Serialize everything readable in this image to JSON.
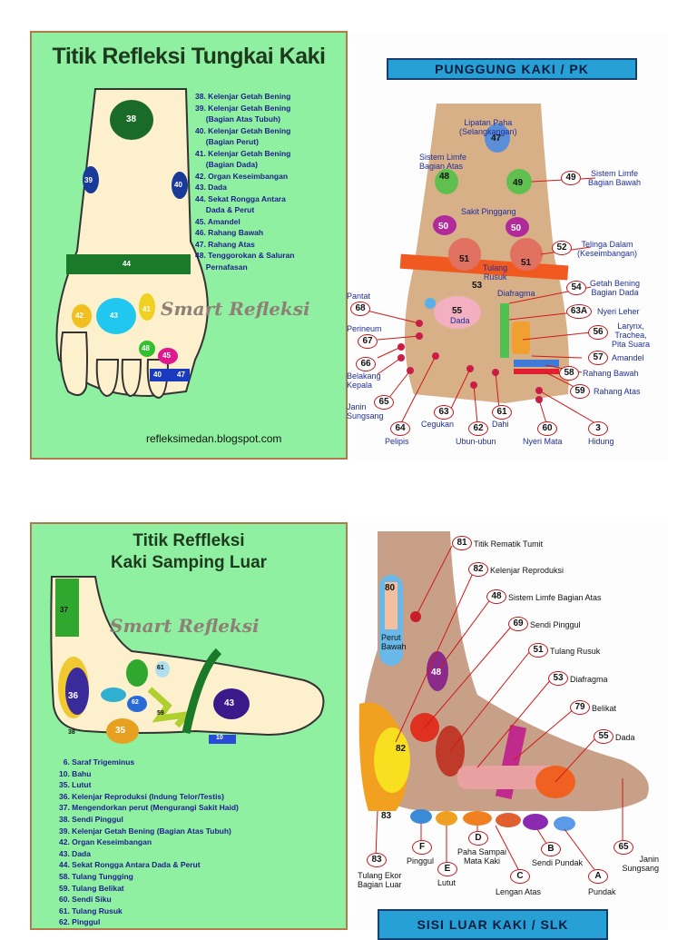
{
  "panel1": {
    "title": "Titik Refleksi Tungkai Kaki",
    "watermark": "Smart Refleksi",
    "blog": "refleksimedan.blogspot.com",
    "legend": [
      "38. Kelenjar Getah Bening",
      "39. Kelenjar Getah Bening",
      "     (Bagian Atas Tubuh)",
      "40. Kelenjar Getah Bening",
      "     (Bagian Perut)",
      "41. Kelenjar Getah Bening",
      "     (Bagian Dada)",
      "42. Organ Keseimbangan",
      "43. Dada",
      "44. Sekat Rongga Antara",
      "     Dada & Perut",
      "45. Amandel",
      "46. Rahang Bawah",
      "47. Rahang Atas",
      "48. Tenggorokan & Saluran",
      "     Pernafasan"
    ],
    "spot_labels": {
      "s38": "38",
      "s39": "39",
      "s40a": "40",
      "s44": "44",
      "s42": "42",
      "s43": "43",
      "s41": "41",
      "s48": "48",
      "s45": "45",
      "s40b": "40",
      "s47": "47"
    }
  },
  "panel2": {
    "banner": "PUNGGUNG KAKI / PK",
    "labels": {
      "l47": "Lipatan Paha\n(Selangkangan)",
      "n47": "47",
      "l48": "Sistem Limfe\nBagian Atas",
      "n48": "48",
      "n49": "49",
      "n49b": "49",
      "l49": "Sistem Limfe\nBagian Bawah",
      "l50": "Sakit Pinggang",
      "n50a": "50",
      "n50b": "50",
      "n51a": "51",
      "n51b": "51",
      "lrusuk": "Tulang\nRusuk",
      "n52": "52",
      "l52": "Telinga Dalam\n(Keseimbangan)",
      "n53": "53",
      "ldiafragma": "Diafragma",
      "n54": "54",
      "l54": "Getah Bening\nBagian Dada",
      "n55": "55",
      "l55": "Dada",
      "n63a": "63A",
      "l63a": "Nyeri Leher",
      "n56": "56",
      "l56": "Larynx,\nTrachea,\nPita Suara",
      "n57": "57",
      "l57": "Amandel",
      "n58": "58",
      "l58": "Rahang Bawah",
      "n59": "59",
      "l59": "Rahang Atas",
      "lpantat": "Pantat",
      "n68": "68",
      "lperineum": "Perineum",
      "n67": "67",
      "n66": "66",
      "l66": "Belakang\nKepala",
      "n65": "65",
      "l65": "Janin\nSungsang",
      "n64": "64",
      "l64": "Pelipis",
      "n63": "63",
      "l63": "Cegukan",
      "n62": "62",
      "l62": "Ubun-ubun",
      "n61": "61",
      "l61": "Dahi",
      "n60": "60",
      "l60": "Nyeri Mata",
      "n3": "3",
      "l3": "Hidung"
    }
  },
  "panel3": {
    "title_line1": "Titik Reffleksi",
    "title_line2": "Kaki Samping Luar",
    "watermark": "Smart Refleksi",
    "legend": [
      "  6. Saraf Trigeminus",
      "10. Bahu",
      "35. Lutut",
      "36. Kelenjar Reproduksi (Indung Telor/Testis)",
      "37. Mengendorkan perut (Mengurangi Sakit Haid)",
      "38. Sendi Pinggul",
      "39. Kelenjar Getah Bening (Bagian Atas Tubuh)",
      "42. Organ Keseimbangan",
      "43. Dada",
      "44. Sekat Rongga Antara Dada & Perut",
      "58. Tulang Tungging",
      "59. Tulang Belikat",
      "60. Sendi Siku",
      "61. Tulang Rusuk",
      "62. Pinggul"
    ],
    "spot_labels": {
      "s37": "37",
      "s36": "36",
      "s38": "38",
      "s61": "61",
      "s62": "62",
      "s59": "59",
      "s35": "35",
      "s43": "43",
      "s10": "10"
    }
  },
  "panel4": {
    "banner": "SISI LUAR KAKI / SLK",
    "labels": {
      "n80": "80",
      "lperut": "Perut\nBawah",
      "n81": "81",
      "l81": "Titik Rematik Tumit",
      "n82": "82",
      "l82": "Kelenjar Reproduksi",
      "n48": "48",
      "l48": "Sistem Limfe Bagian Atas",
      "n69": "69",
      "l69": "Sendi Pinggul",
      "n51": "51",
      "l51": "Tulang Rusuk",
      "n53": "53",
      "l53": "Diafragma",
      "n79": "79",
      "l79": "Belikat",
      "n55": "55",
      "l55": "Dada",
      "n65": "65",
      "l65": "Janin\nSungsang",
      "n83": "83",
      "l83": "Tulang Ekor\nBagian Luar",
      "nF": "F",
      "lF": "Pinggul",
      "nE": "E",
      "lE": "Lutut",
      "nD": "D",
      "lD": "Paha Sampai\nMata Kaki",
      "nC": "C",
      "lC": "Lengan Atas",
      "nB": "B",
      "lB": "Sendi Pundak",
      "nA": "A",
      "lA": "Pundak",
      "s48": "48",
      "s82": "82",
      "s83": "83"
    }
  }
}
